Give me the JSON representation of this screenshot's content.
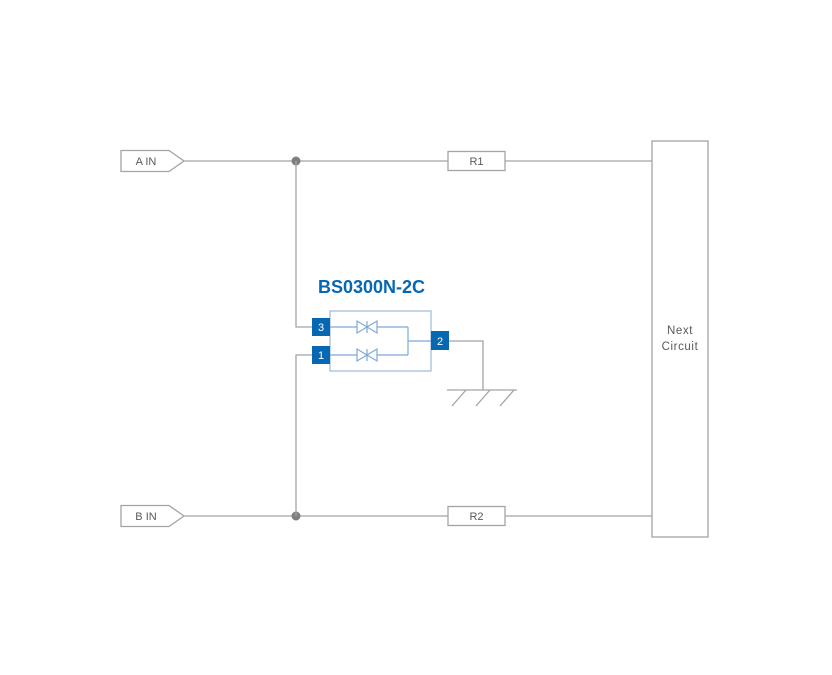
{
  "diagram": {
    "component_title": "BS0300N-2C",
    "terminals": {
      "a_in": "A IN",
      "b_in": "B IN"
    },
    "resistors": {
      "r1": "R1",
      "r2": "R2"
    },
    "next_circuit": {
      "line1": "Next",
      "line2": "Circuit"
    },
    "pins": {
      "pin3": "3",
      "pin1": "1",
      "pin2": "2"
    },
    "icons": {
      "ground": "earth-ground-symbol",
      "junction": "wire-junction-dot"
    },
    "colors": {
      "wire_gray": "#a3a3a3",
      "text_gray": "#595959",
      "junction_gray": "#7f7f7f",
      "accent_blue": "#0667b3",
      "component_light_blue": "#9db9dd",
      "diode_blue": "#7fa8d9",
      "background": "#ffffff"
    }
  }
}
